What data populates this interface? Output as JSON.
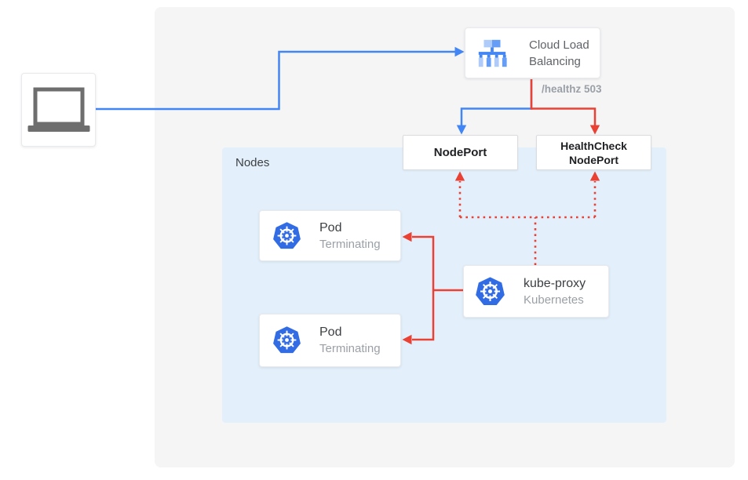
{
  "diagram": {
    "nodes_panel_label": "Nodes",
    "healthz_label": "/healthz 503"
  },
  "client": {
    "icon": "laptop-icon"
  },
  "cloud_load_balancing": {
    "icon": "cloud-load-balancing-icon",
    "line1": "Cloud Load",
    "line2": "Balancing"
  },
  "nodeport": {
    "label": "NodePort"
  },
  "healthcheck_nodeport": {
    "line1": "HealthCheck",
    "line2": "NodePort"
  },
  "pods": [
    {
      "icon": "kubernetes-icon",
      "title": "Pod",
      "subtitle": "Terminating"
    },
    {
      "icon": "kubernetes-icon",
      "title": "Pod",
      "subtitle": "Terminating"
    }
  ],
  "kube_proxy": {
    "icon": "kubernetes-icon",
    "title": "kube-proxy",
    "subtitle": "Kubernetes"
  },
  "colors": {
    "blue_line": "#4285f4",
    "red_line": "#e94235",
    "kubernetes_blue": "#326ce5",
    "clb_blue": "#4285f4",
    "clb_blue_light": "#aecbfa",
    "clb_blue_mid": "#669df6",
    "panel_gray": "#f5f5f6",
    "panel_blue": "#e3f0fc",
    "text_dark": "#3c4043",
    "text_gray": "#9aa0a6",
    "text_black": "#202124",
    "laptop_gray": "#6e6e6e"
  }
}
